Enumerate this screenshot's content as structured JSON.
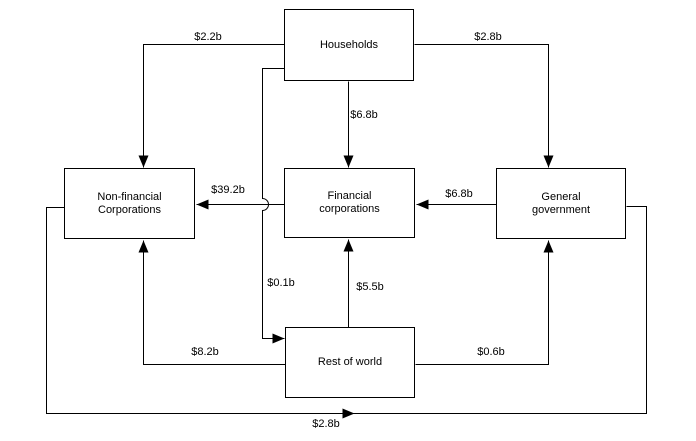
{
  "diagram": {
    "type": "sector-flow-diagram",
    "colors": {
      "line": "#000000",
      "box_fill": "#ffffff",
      "background": "#ffffff",
      "text": "#000000"
    },
    "boxes": [
      {
        "id": "households",
        "label": "Households"
      },
      {
        "id": "non-financial-corporations",
        "label": "Non-financial Corporations"
      },
      {
        "id": "financial-corporations",
        "label": "Financial corporations"
      },
      {
        "id": "general-government",
        "label": "General government"
      },
      {
        "id": "rest-of-world",
        "label": "Rest of world"
      }
    ],
    "flows": [
      {
        "from": "Households",
        "to": "Non-financial Corporations",
        "amount": "$2.2b"
      },
      {
        "from": "Households",
        "to": "General government",
        "amount": "$2.8b"
      },
      {
        "from": "Households",
        "to": "Financial corporations",
        "amount": "$6.8b"
      },
      {
        "from": "Households",
        "to": "Rest of world",
        "amount": "$0.1b"
      },
      {
        "from": "General government",
        "to": "Financial corporations",
        "amount": "$6.8b"
      },
      {
        "from": "Financial corporations",
        "to": "Non-financial Corporations",
        "amount": "$39.2b"
      },
      {
        "from": "Rest of world",
        "to": "Financial corporations",
        "amount": "$5.5b"
      },
      {
        "from": "Rest of world",
        "to": "Non-financial Corporations",
        "amount": "$8.2b"
      },
      {
        "from": "Rest of world",
        "to": "General government",
        "amount": "$0.6b"
      },
      {
        "from": "Non-financial Corporations",
        "to": "General government",
        "amount": "$2.8b"
      }
    ]
  }
}
